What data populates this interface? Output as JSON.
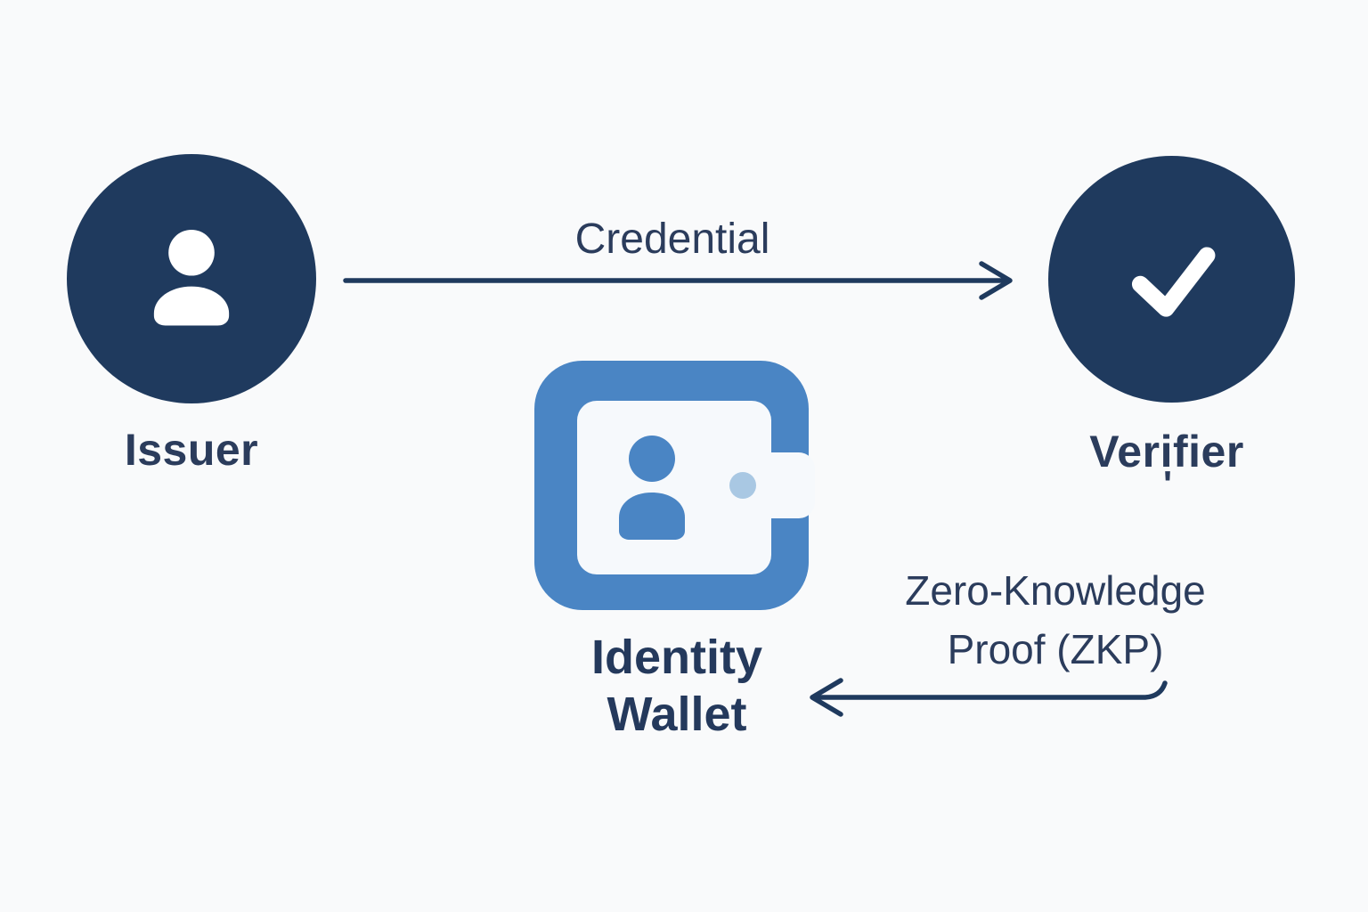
{
  "colors": {
    "background": "#f9fafb",
    "navy": "#1f3a5e",
    "text_navy": "#2b3c5c",
    "wallet_blue": "#4a85c4",
    "wallet_card": "#f6f9fc",
    "wallet_clasp": "#a9c8e3",
    "icon_white": "#ffffff"
  },
  "nodes": {
    "issuer": {
      "label": "Issuer"
    },
    "wallet": {
      "label_line1": "Identity",
      "label_line2": "Wallet"
    },
    "verifier": {
      "label": "Verifier",
      "mark": "'"
    }
  },
  "arrows": {
    "credential": {
      "label": "Credential",
      "from": "Issuer",
      "to": "Verifier",
      "direction": "right"
    },
    "zkp": {
      "label_line1": "Zero-Knowledge",
      "label_line2": "Proof (ZKP)",
      "from": "Verifier",
      "to": "Identity Wallet",
      "direction": "left"
    }
  }
}
